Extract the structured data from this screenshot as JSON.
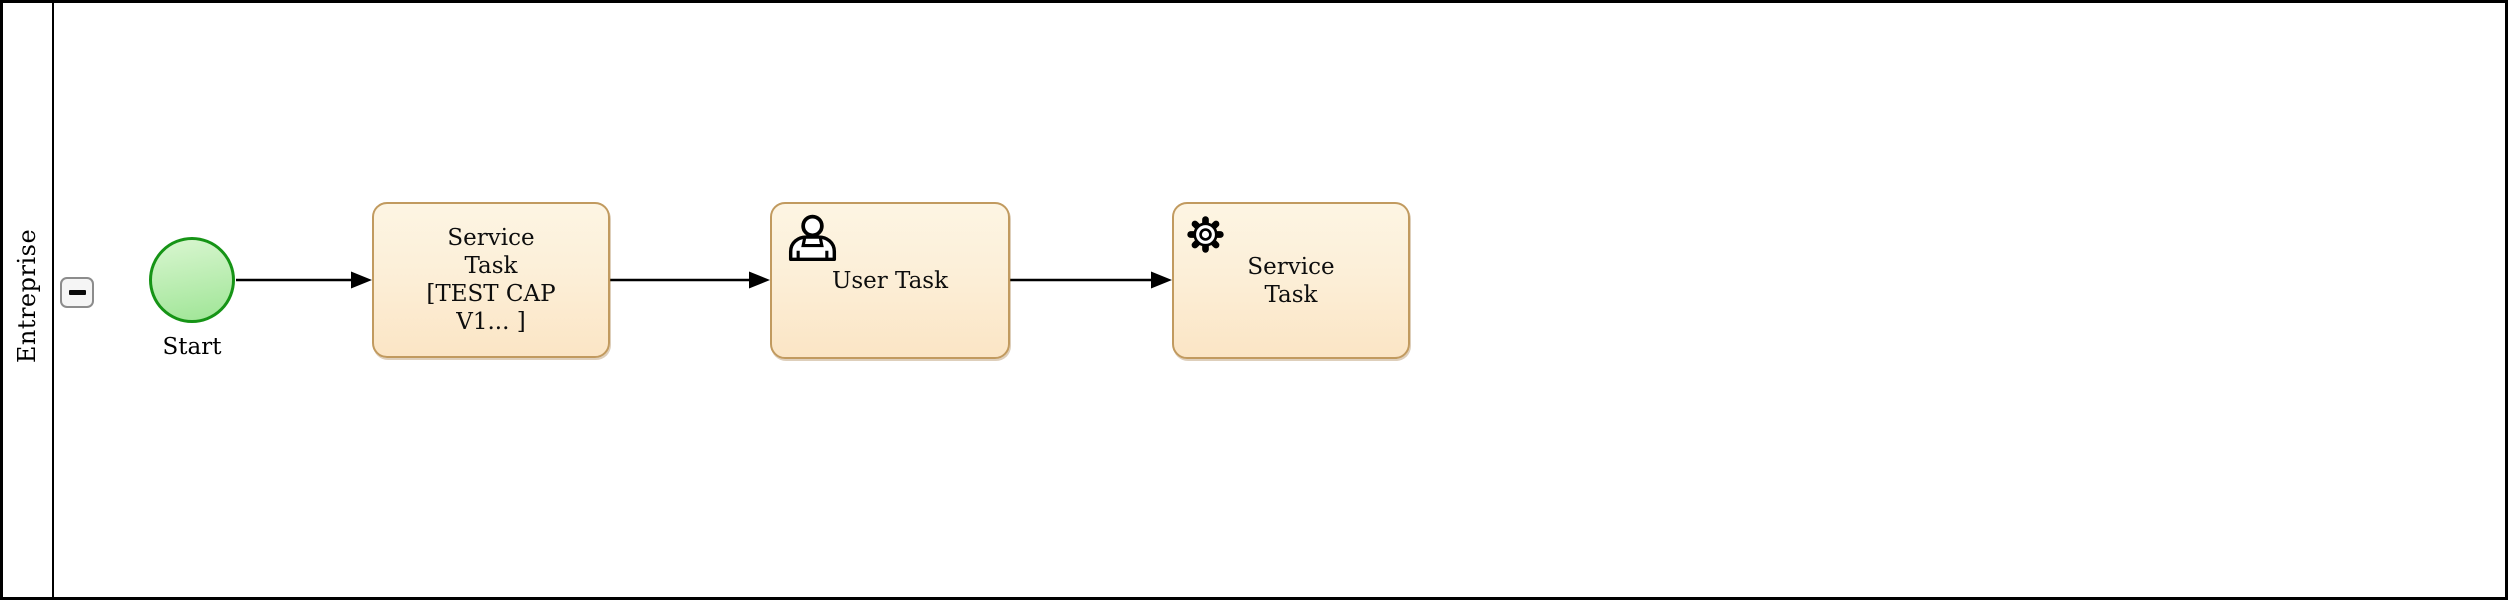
{
  "diagram": {
    "pool": {
      "lane_title": "Entreprise",
      "collapse_icon": "minus"
    },
    "nodes": {
      "start_event": {
        "type": "start-event",
        "label": "Start"
      },
      "service_task_1": {
        "type": "service-task",
        "label": "Service\nTask\n[TEST CAP\nV1... ]"
      },
      "user_task": {
        "type": "user-task",
        "label": "User Task",
        "icon": "user-icon"
      },
      "service_task_2": {
        "type": "service-task",
        "label": "Service\nTask",
        "icon": "gear-icon"
      }
    },
    "flows": [
      {
        "from": "start_event",
        "to": "service_task_1"
      },
      {
        "from": "service_task_1",
        "to": "user_task"
      },
      {
        "from": "user_task",
        "to": "service_task_2"
      }
    ],
    "colors": {
      "task_fill_top": "#fdf5e3",
      "task_fill_bottom": "#fbe5c5",
      "task_border": "#c19a5f",
      "event_fill_top": "#d9f6d0",
      "event_fill_bottom": "#9fe596",
      "event_border": "#169416",
      "flow_line": "#000000",
      "pool_border": "#000000"
    }
  }
}
